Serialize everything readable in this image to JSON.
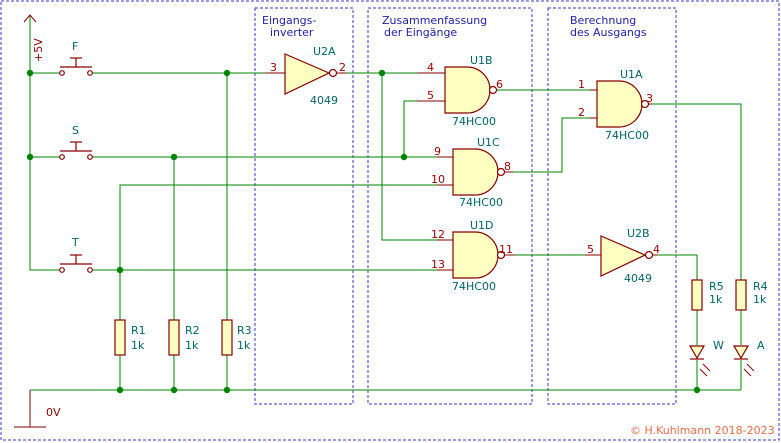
{
  "colors": {
    "wire": "#008400",
    "component": "#840000",
    "component_fill": "#ffffc2",
    "reference": "#006464",
    "pin_number": "#960000",
    "border": "#3838c8",
    "junction": "#008400",
    "copyright": "#e0704c"
  },
  "boxes": {
    "input_inverter": {
      "line1": "Eingangs-",
      "line2": "inverter"
    },
    "combine": {
      "line1": "Zusammenfassung",
      "line2": "der Eingänge"
    },
    "output": {
      "line1": "Berechnung",
      "line2": "des Ausgangs"
    }
  },
  "supply": {
    "vcc": "+5V",
    "gnd": "0V"
  },
  "switches": {
    "f": "F",
    "s": "S",
    "t": "T"
  },
  "resistors": {
    "r1": {
      "ref": "R1",
      "value": "1k"
    },
    "r2": {
      "ref": "R2",
      "value": "1k"
    },
    "r3": {
      "ref": "R3",
      "value": "1k"
    },
    "r4": {
      "ref": "R4",
      "value": "1k"
    },
    "r5": {
      "ref": "R5",
      "value": "1k"
    }
  },
  "gates": {
    "u2a": {
      "ref": "U2A",
      "value": "4049",
      "in": "3",
      "out": "2"
    },
    "u1b": {
      "ref": "U1B",
      "value": "74HC00",
      "in1": "4",
      "in2": "5",
      "out": "6"
    },
    "u1c": {
      "ref": "U1C",
      "value": "74HC00",
      "in1": "9",
      "in2": "10",
      "out": "8"
    },
    "u1d": {
      "ref": "U1D",
      "value": "74HC00",
      "in1": "12",
      "in2": "13",
      "out": "11"
    },
    "u1a": {
      "ref": "U1A",
      "value": "74HC00",
      "in1": "1",
      "in2": "2",
      "out": "3"
    },
    "u2b": {
      "ref": "U2B",
      "value": "4049",
      "in": "5",
      "out": "4"
    }
  },
  "leds": {
    "w": "W",
    "a": "A"
  },
  "copyright": "© H.Kuhlmann 2018-2023"
}
